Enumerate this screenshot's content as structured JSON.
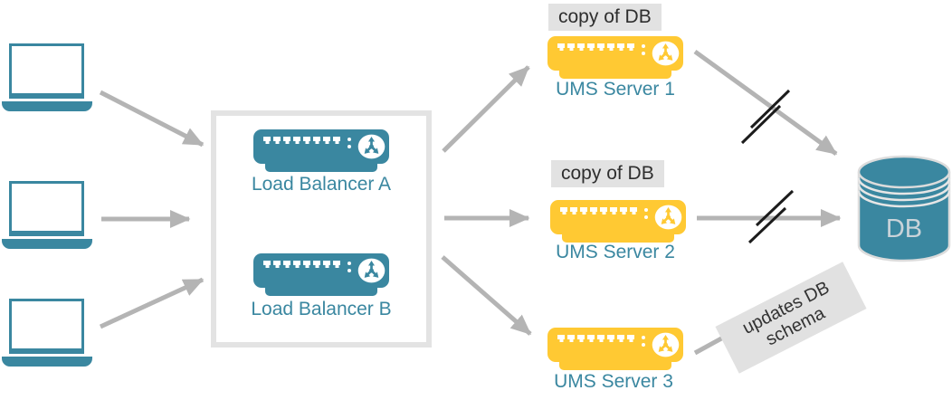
{
  "clients": {
    "icon": "laptop-icon",
    "count": 3
  },
  "load_balancer_group": {
    "items": [
      {
        "label": "Load Balancer A"
      },
      {
        "label": "Load Balancer B"
      }
    ]
  },
  "ums_servers": {
    "items": [
      {
        "label": "UMS Server 1",
        "badge": "copy of DB"
      },
      {
        "label": "UMS Server 2",
        "badge": "copy of DB"
      },
      {
        "label": "UMS Server 3",
        "badge": ""
      }
    ]
  },
  "database": {
    "label": "DB"
  },
  "annotations": {
    "ums3_arrow": "updates DB schema"
  },
  "icons": {
    "client": "laptop-icon",
    "load_balancer": "rack-server-icon",
    "ums_server": "rack-server-icon",
    "branch": "split-arrows-icon",
    "database": "db-cylinder-icon"
  },
  "colors": {
    "teal": "#3A87A0",
    "yellow": "#FFC933",
    "arrow_gray": "#b4b4b4",
    "slash_dark": "#1c1c1c",
    "badge_bg": "#e2e2e2",
    "box_border": "#e3e3e3",
    "db_text": "#c9d3d9"
  }
}
